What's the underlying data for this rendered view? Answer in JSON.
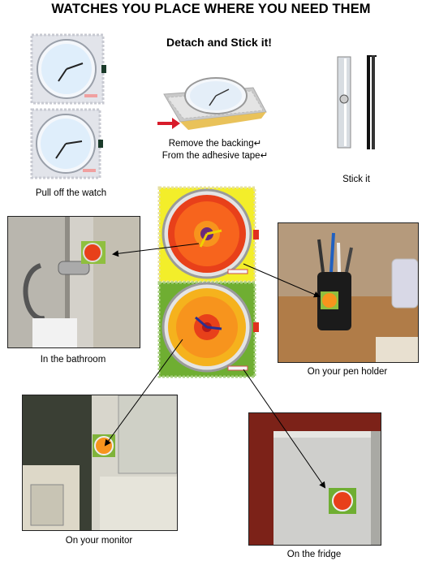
{
  "page": {
    "title": "WATCHES YOU PLACE WHERE YOU NEED THEM",
    "subtitle": "Detach and Stick it!"
  },
  "steps": {
    "pull_off": "Pull off the watch",
    "remove_backing_1": "Remove the backing↵",
    "remove_backing_2": "From the adhesive tape↵",
    "stick_it": "Stick it"
  },
  "photos": {
    "bathroom": "In the bathroom",
    "pen_holder": "On your pen holder",
    "monitor": "On your monitor",
    "fridge": "On the fridge"
  },
  "colors": {
    "watch_yellow": "#f3ee2a",
    "watch_green": "#6fae32",
    "flower_red": "#e8401a",
    "flower_orange": "#f7941d",
    "hand_blue": "#2a2f8f"
  }
}
